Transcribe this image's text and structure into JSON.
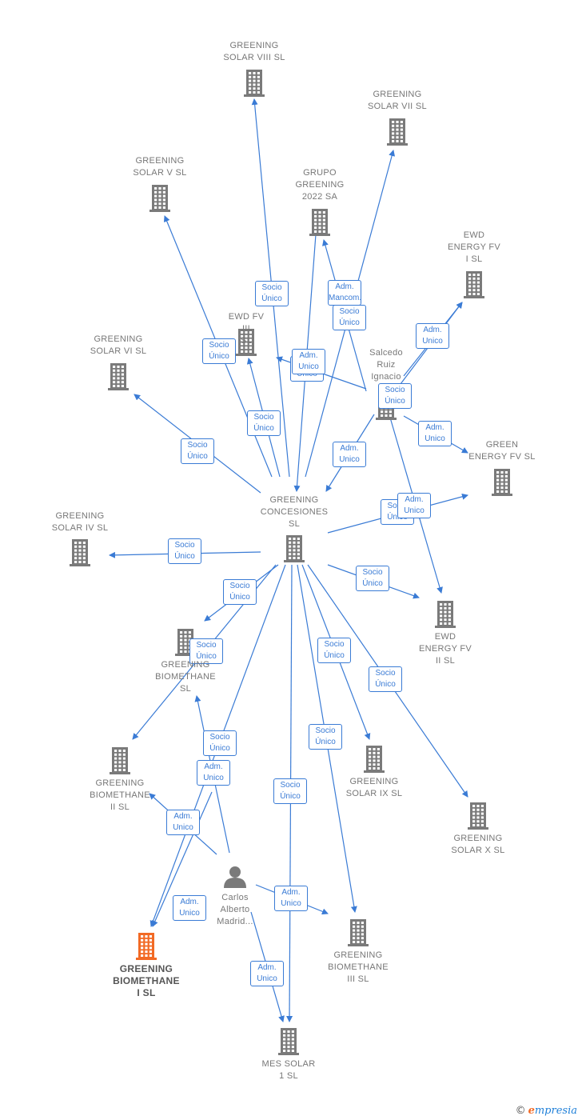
{
  "colors": {
    "edge": "#3a7bd5",
    "building": "#7a7a7a",
    "person": "#7a7a7a",
    "highlight": "#f26a25"
  },
  "nodes": [
    {
      "id": "concesiones",
      "label": "GREENING CONCESIONES SL",
      "icon": "building-icon"
    },
    {
      "id": "solar8",
      "label": "GREENING SOLAR VIII SL",
      "icon": "building-icon"
    },
    {
      "id": "solar7",
      "label": "GREENING SOLAR VII SL",
      "icon": "building-icon"
    },
    {
      "id": "solar5",
      "label": "GREENING SOLAR V SL",
      "icon": "building-icon"
    },
    {
      "id": "grupo",
      "label": "GRUPO GREENING 2022 SA",
      "icon": "building-icon"
    },
    {
      "id": "ewd1",
      "label": "EWD ENERGY FV I SL",
      "icon": "building-icon"
    },
    {
      "id": "ewd3",
      "label": "EWD FV III SL",
      "icon": "building-icon"
    },
    {
      "id": "salcedo",
      "label": "Salcedo Ruiz Ignacio",
      "icon": "person-icon"
    },
    {
      "id": "solar6",
      "label": "GREENING SOLAR VI SL",
      "icon": "building-icon"
    },
    {
      "id": "greenfv",
      "label": "GREEN ENERGY FV SL",
      "icon": "building-icon"
    },
    {
      "id": "solar4",
      "label": "GREENING SOLAR IV SL",
      "icon": "building-icon"
    },
    {
      "id": "ewd2",
      "label": "EWD ENERGY FV II SL",
      "icon": "building-icon"
    },
    {
      "id": "bio",
      "label": "GREENING BIOMETHANE SL",
      "icon": "building-icon"
    },
    {
      "id": "bio2",
      "label": "GREENING BIOMETHANE II SL",
      "icon": "building-icon"
    },
    {
      "id": "solar9",
      "label": "GREENING SOLAR IX SL",
      "icon": "building-icon"
    },
    {
      "id": "solar10",
      "label": "GREENING SOLAR X SL",
      "icon": "building-icon"
    },
    {
      "id": "carlos",
      "label": "Carlos Alberto Madrid...",
      "icon": "person-icon"
    },
    {
      "id": "bio1",
      "label": "GREENING BIOMETHANE I SL",
      "icon": "building-icon",
      "highlight": true
    },
    {
      "id": "bio3",
      "label": "GREENING BIOMETHANE III SL",
      "icon": "building-icon"
    },
    {
      "id": "messolar",
      "label": "MES SOLAR 1 SL",
      "icon": "building-icon"
    }
  ],
  "edges": [
    {
      "from": "concesiones",
      "to": "solar8",
      "label": "Socio Único"
    },
    {
      "from": "concesiones",
      "to": "solar7",
      "label": "Socio Único"
    },
    {
      "from": "concesiones",
      "to": "solar5",
      "label": "Socio Único"
    },
    {
      "from": "concesiones",
      "to": "ewd3",
      "label": "Socio Único"
    },
    {
      "from": "concesiones",
      "to": "solar6",
      "label": "Socio Único"
    },
    {
      "from": "concesiones",
      "to": "solar4",
      "label": "Socio Único"
    },
    {
      "from": "concesiones",
      "to": "greenfv",
      "label": "Socio Único"
    },
    {
      "from": "concesiones",
      "to": "ewd2",
      "label": "Socio Único"
    },
    {
      "from": "concesiones",
      "to": "bio",
      "label": "Socio Único"
    },
    {
      "from": "concesiones",
      "to": "bio2",
      "label": "Socio Único"
    },
    {
      "from": "concesiones",
      "to": "solar9",
      "label": "Socio Único"
    },
    {
      "from": "concesiones",
      "to": "solar10",
      "label": "Socio Único"
    },
    {
      "from": "concesiones",
      "to": "bio3",
      "label": "Socio Único"
    },
    {
      "from": "concesiones",
      "to": "bio1",
      "label": "Socio Único"
    },
    {
      "from": "concesiones",
      "to": "messolar",
      "label": "Socio Único"
    },
    {
      "from": "grupo",
      "to": "concesiones",
      "label": "Socio Único"
    },
    {
      "from": "salcedo",
      "to": "grupo",
      "label": "Adm. Mancom."
    },
    {
      "from": "salcedo",
      "to": "ewd1",
      "label": "Adm. Unico"
    },
    {
      "from": "salcedo",
      "to": "ewd3",
      "label": "Adm. Unico"
    },
    {
      "from": "salcedo",
      "to": "concesiones",
      "label": "Adm. Unico"
    },
    {
      "from": "salcedo",
      "to": "greenfv",
      "label": "Adm. Unico"
    },
    {
      "from": "salcedo",
      "to": "ewd2",
      "label": "Adm. Unico"
    },
    {
      "from": "salcedo",
      "to": "ewd1",
      "label": "Socio Único"
    },
    {
      "from": "carlos",
      "to": "bio",
      "label": "Adm. Unico"
    },
    {
      "from": "carlos",
      "to": "bio2",
      "label": "Adm. Unico"
    },
    {
      "from": "carlos",
      "to": "bio1",
      "label": "Adm. Unico"
    },
    {
      "from": "carlos",
      "to": "bio3",
      "label": "Adm. Unico"
    },
    {
      "from": "carlos",
      "to": "messolar",
      "label": "Adm. Unico"
    }
  ],
  "footer": {
    "copyright": "©",
    "brand_initial": "e",
    "brand_rest": "mpresia"
  }
}
